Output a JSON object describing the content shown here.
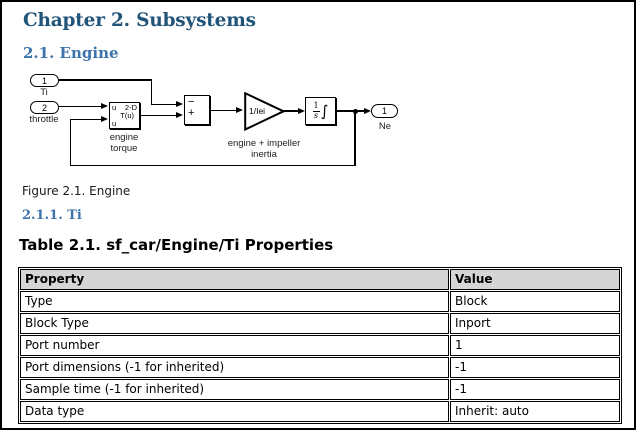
{
  "page": {
    "chapter_title": "Chapter 2. Subsystems",
    "section_title": "2.1. Engine",
    "subsection_title": "2.1.1. Ti",
    "figure_caption": "Figure 2.1. Engine",
    "table_title": "Table 2.1. sf_car/Engine/Ti Properties"
  },
  "diagram": {
    "inport1": {
      "num": "1",
      "label": "Ti"
    },
    "inport2": {
      "num": "2",
      "label": "throttle"
    },
    "lookup": {
      "u_top": "u",
      "dim": "2-D",
      "fn": "T(u)",
      "u_bottom": "u",
      "caption1": "engine",
      "caption2": "torque"
    },
    "sum": {
      "minus": "−",
      "plus": "+"
    },
    "gain": {
      "text": "1/Iei",
      "caption1": "engine + impeller",
      "caption2": "inertia"
    },
    "integrator": {
      "num": "1",
      "den": "s",
      "int": "∫"
    },
    "outport": {
      "num": "1",
      "label": "Ne"
    }
  },
  "table": {
    "headers": [
      "Property",
      "Value"
    ],
    "rows": [
      [
        "Type",
        "Block"
      ],
      [
        "Block Type",
        "Inport"
      ],
      [
        "Port number",
        "1"
      ],
      [
        "Port dimensions (-1 for inherited)",
        "-1"
      ],
      [
        "Sample time (-1 for inherited)",
        "-1"
      ],
      [
        "Data type",
        "Inherit: auto"
      ]
    ]
  },
  "colors": {
    "chapter_heading": "#215479",
    "section_heading": "#3c73ab",
    "table_header_bg": "#d5d5d5",
    "line": "#000000"
  }
}
